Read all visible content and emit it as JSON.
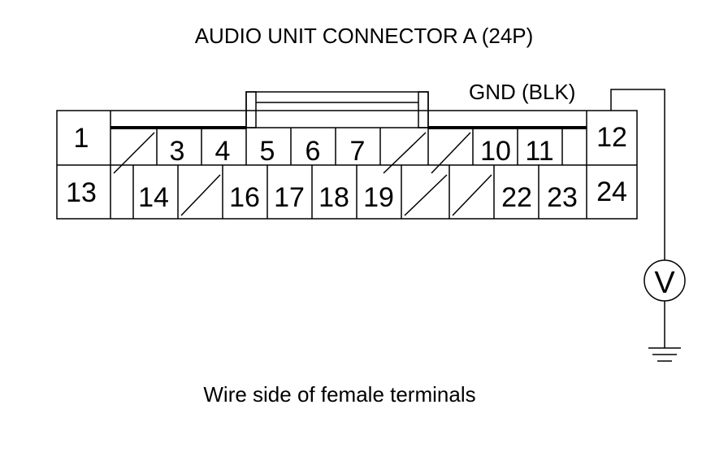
{
  "title": "AUDIO UNIT CONNECTOR A (24P)",
  "caption": "Wire side of female terminals",
  "ground_label": "GND (BLK)",
  "meter_symbol": "V",
  "icons": {
    "meter": "voltmeter-icon",
    "ground": "ground-icon"
  },
  "connector": {
    "pin_count": 24,
    "top_row": [
      "1",
      "3",
      "4",
      "5",
      "6",
      "7",
      "10",
      "11",
      "12"
    ],
    "bottom_row": [
      "13",
      "14",
      "16",
      "17",
      "18",
      "19",
      "22",
      "23",
      "24"
    ],
    "unused_pins": [
      "2",
      "8",
      "9",
      "15",
      "20",
      "21"
    ],
    "probed_pin": "12"
  }
}
